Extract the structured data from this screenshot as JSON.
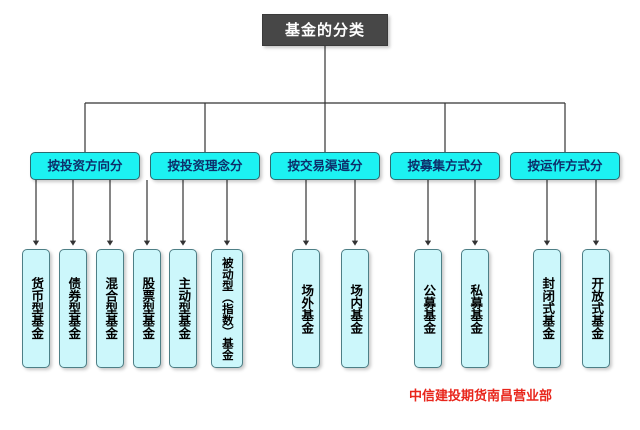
{
  "diagram": {
    "root": {
      "label": "基金的分类",
      "fill": "#474747",
      "text_color": "#ffffff"
    },
    "categories": [
      {
        "label": "按投资方向分",
        "fill": "#1cf2f2",
        "text_color": "#0d2f6b"
      },
      {
        "label": "按投资理念分",
        "fill": "#1cf2f2",
        "text_color": "#0d2f6b"
      },
      {
        "label": "按交易渠道分",
        "fill": "#1cf2f2",
        "text_color": "#0d2f6b"
      },
      {
        "label": "按募集方式分",
        "fill": "#1cf2f2",
        "text_color": "#0d2f6b"
      },
      {
        "label": "按运作方式分",
        "fill": "#1cf2f2",
        "text_color": "#0d2f6b"
      }
    ],
    "leaves": [
      {
        "label": "货币型基金"
      },
      {
        "label": "债券型基金"
      },
      {
        "label": "混合型基金"
      },
      {
        "label": "股票型基金"
      },
      {
        "label": "主动型基金"
      },
      {
        "label": "被动型（指数）基金"
      },
      {
        "label": "场外基金"
      },
      {
        "label": "场内基金"
      },
      {
        "label": "公募基金"
      },
      {
        "label": "私募基金"
      },
      {
        "label": "封闭式基金"
      },
      {
        "label": "开放式基金"
      }
    ],
    "footer": {
      "label": "中信建投期货南昌营业部",
      "color": "#e8251b"
    },
    "line_color": "#333333",
    "background": "#ffffff"
  }
}
